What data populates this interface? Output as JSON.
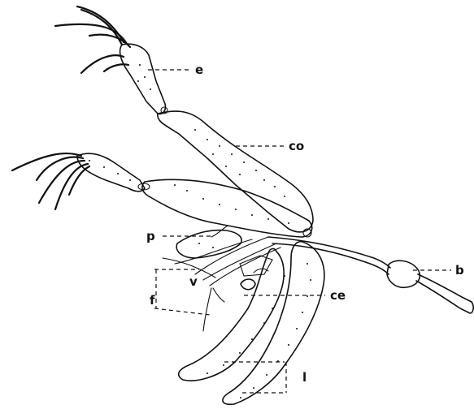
{
  "labels": {
    "e": "e",
    "co": "co",
    "p": "p",
    "v": "v",
    "f": "f",
    "ce": "ce",
    "b": "b",
    "l": "l"
  },
  "colors": {
    "ink": "#111111",
    "background": "#ffffff"
  }
}
